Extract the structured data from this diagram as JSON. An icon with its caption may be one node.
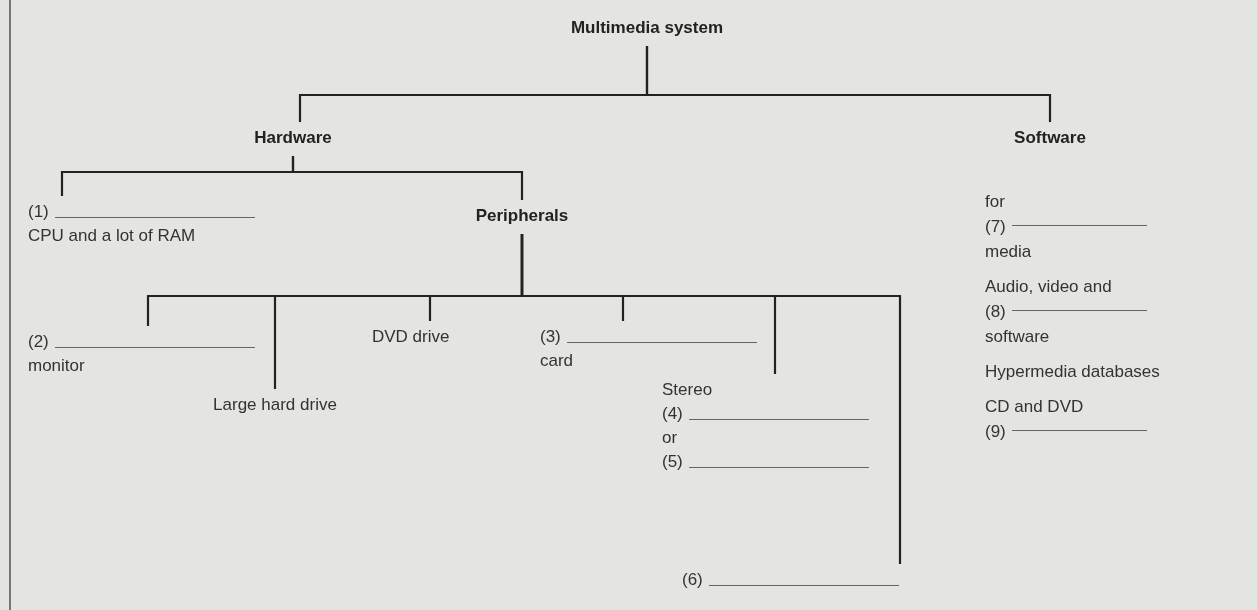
{
  "diagram": {
    "nodes": [
      {
        "text": [
          "Multimedia system"
        ]
      },
      {
        "text": [
          "Hardware"
        ]
      },
      {
        "text": [
          "Software"
        ]
      },
      {
        "text": [
          "(1)",
          "CPU and a lot of RAM"
        ]
      },
      {
        "text": [
          "Peripherals"
        ]
      },
      {
        "text": [
          "(2)",
          "monitor"
        ]
      },
      {
        "text": [
          "Large hard drive"
        ]
      },
      {
        "text": [
          "DVD drive"
        ]
      },
      {
        "text": [
          "(3)",
          "card"
        ]
      },
      {
        "text": [
          "Stereo",
          "(4)",
          "or",
          "(5)"
        ]
      },
      {
        "text": [
          "(6)"
        ]
      }
    ],
    "edges": [
      {
        "from": 0,
        "to": 1,
        "arrow": "none"
      },
      {
        "from": 0,
        "to": 2,
        "arrow": "none"
      },
      {
        "from": 1,
        "to": 3,
        "arrow": "none"
      },
      {
        "from": 1,
        "to": 4,
        "arrow": "none"
      },
      {
        "from": 4,
        "to": 5,
        "arrow": "none"
      },
      {
        "from": 4,
        "to": 6,
        "arrow": "none"
      },
      {
        "from": 4,
        "to": 7,
        "arrow": "none"
      },
      {
        "from": 4,
        "to": 8,
        "arrow": "none"
      },
      {
        "from": 4,
        "to": 9,
        "arrow": "none"
      },
      {
        "from": 4,
        "to": 10,
        "arrow": "none"
      }
    ],
    "labels": [
      "for",
      "(7)",
      "media",
      "Audio, video and",
      "(8)",
      "software",
      "Hypermedia databases",
      "CD and DVD",
      "(9)"
    ]
  }
}
